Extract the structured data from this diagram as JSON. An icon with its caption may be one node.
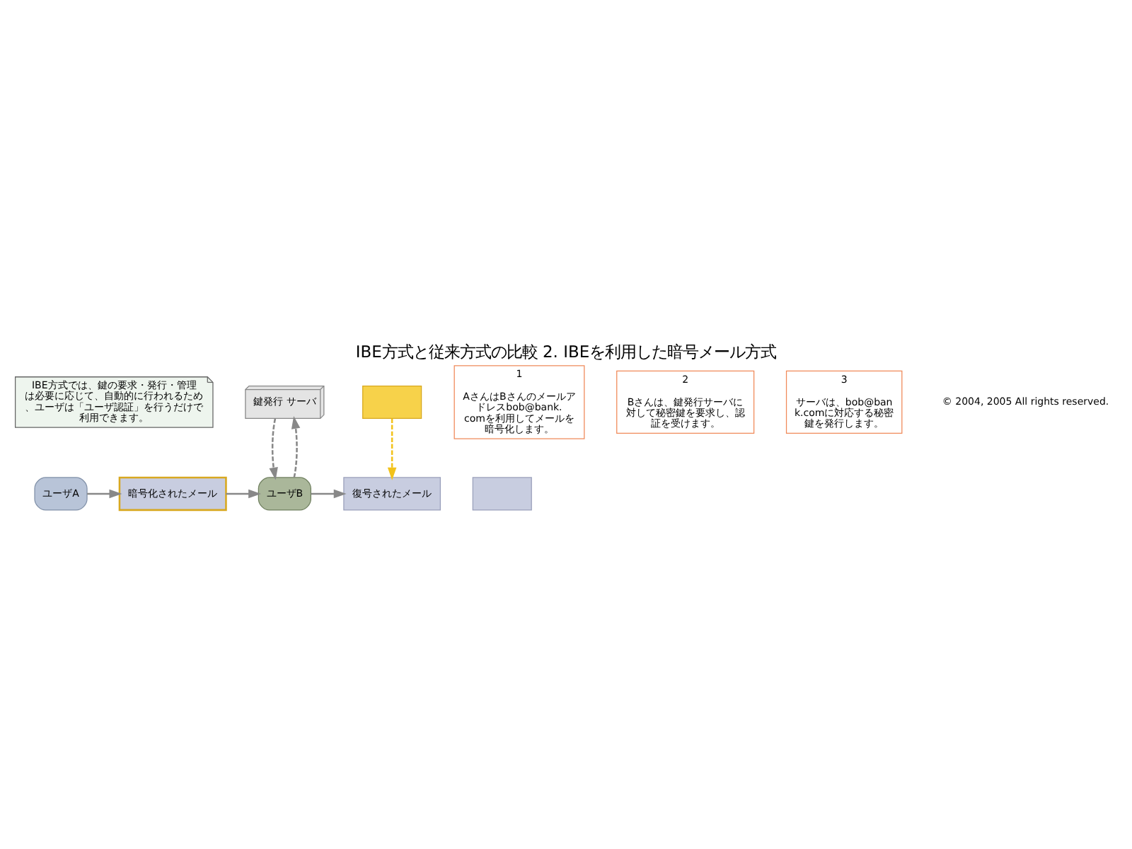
{
  "diagram": {
    "title": "IBE方式と従来方式の比較 2. IBEを利用した暗号メール方式",
    "nodes": [
      {
        "text": [
          "IBE方式では、鍵の要求・発行・管理は必要に応じて、自動的に行われるため、ユーザは「ユーザ認証」を行うだけで利用できます。"
        ]
      },
      {
        "text": [
          "鍵発行 サーバ"
        ]
      },
      {
        "text": [
          "1",
          "AさんはBさんのメールアドレスbob@bank.comを利用してメールを暗号化します。"
        ]
      },
      {
        "text": [
          "2",
          "Bさんは、鍵発行サーバに対して秘密鍵を要求し、認証を受けます。"
        ]
      },
      {
        "text": [
          "3",
          "サーバは、bob@bank.comに対応する秘密鍵を発行します。"
        ]
      },
      {
        "text": [],
        "shape": "box"
      },
      {
        "text": [],
        "shape": "box"
      },
      {
        "text": [
          "ユーザA"
        ]
      },
      {
        "text": [
          "暗号化されたメール"
        ]
      },
      {
        "text": [
          "ユーザB"
        ]
      },
      {
        "text": [
          "復号されたメール"
        ]
      }
    ],
    "edges": [
      {
        "from": 7,
        "to": 8,
        "arrow": "to"
      },
      {
        "from": 8,
        "to": 9,
        "arrow": "to"
      },
      {
        "from": 9,
        "to": 10,
        "arrow": "to"
      },
      {
        "from": 9,
        "to": 1,
        "arrow": "to",
        "style": "dashed"
      },
      {
        "from": 1,
        "to": 9,
        "arrow": "to",
        "style": "dashed"
      },
      {
        "from": 5,
        "to": 10,
        "arrow": "to",
        "style": "dashed",
        "color": "#f2c21b"
      }
    ],
    "labels": [
      "© 2004, 2005 All rights reserved."
    ]
  }
}
